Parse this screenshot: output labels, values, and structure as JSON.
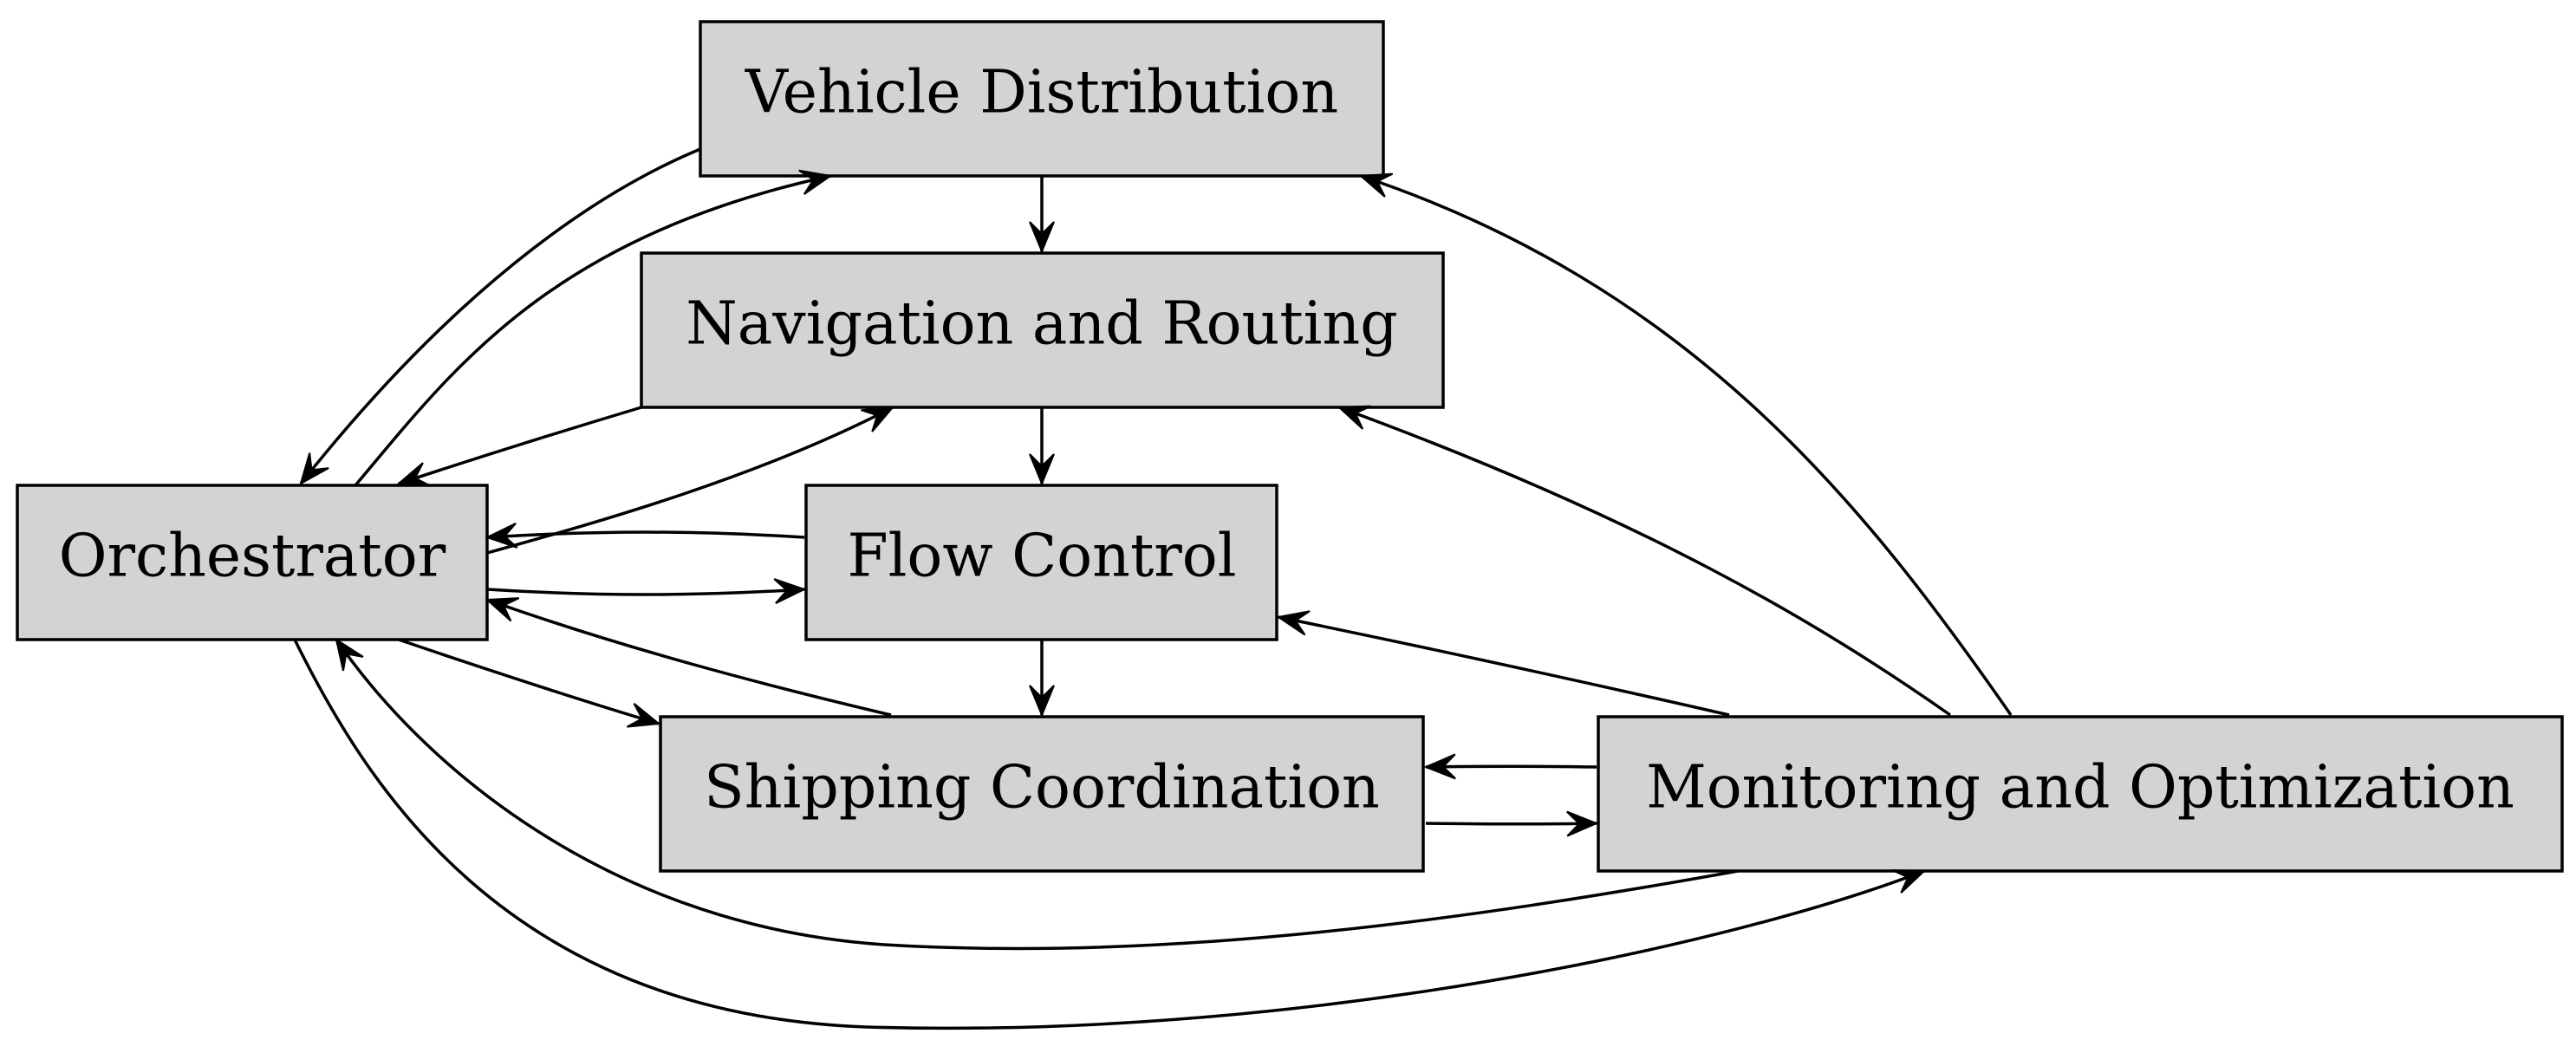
{
  "diagram": {
    "type": "directed-graph",
    "fill_color": "#d3d3d3",
    "stroke_color": "#000000",
    "background": "#ffffff",
    "nodes": [
      {
        "id": "vehicle",
        "label": "Vehicle Distribution"
      },
      {
        "id": "navigation",
        "label": "Navigation and Routing"
      },
      {
        "id": "orchestrator",
        "label": "Orchestrator"
      },
      {
        "id": "flow",
        "label": "Flow Control"
      },
      {
        "id": "shipping",
        "label": "Shipping Coordination"
      },
      {
        "id": "monitoring",
        "label": "Monitoring and Optimization"
      }
    ],
    "edges": [
      {
        "from": "vehicle",
        "to": "navigation"
      },
      {
        "from": "navigation",
        "to": "flow"
      },
      {
        "from": "flow",
        "to": "shipping"
      },
      {
        "from": "vehicle",
        "to": "orchestrator"
      },
      {
        "from": "orchestrator",
        "to": "vehicle"
      },
      {
        "from": "navigation",
        "to": "orchestrator"
      },
      {
        "from": "orchestrator",
        "to": "navigation"
      },
      {
        "from": "flow",
        "to": "orchestrator"
      },
      {
        "from": "orchestrator",
        "to": "flow"
      },
      {
        "from": "orchestrator",
        "to": "shipping"
      },
      {
        "from": "shipping",
        "to": "orchestrator"
      },
      {
        "from": "monitoring",
        "to": "orchestrator"
      },
      {
        "from": "orchestrator",
        "to": "monitoring"
      },
      {
        "from": "monitoring",
        "to": "vehicle"
      },
      {
        "from": "monitoring",
        "to": "navigation"
      },
      {
        "from": "monitoring",
        "to": "flow"
      },
      {
        "from": "monitoring",
        "to": "shipping"
      },
      {
        "from": "shipping",
        "to": "monitoring"
      }
    ]
  }
}
